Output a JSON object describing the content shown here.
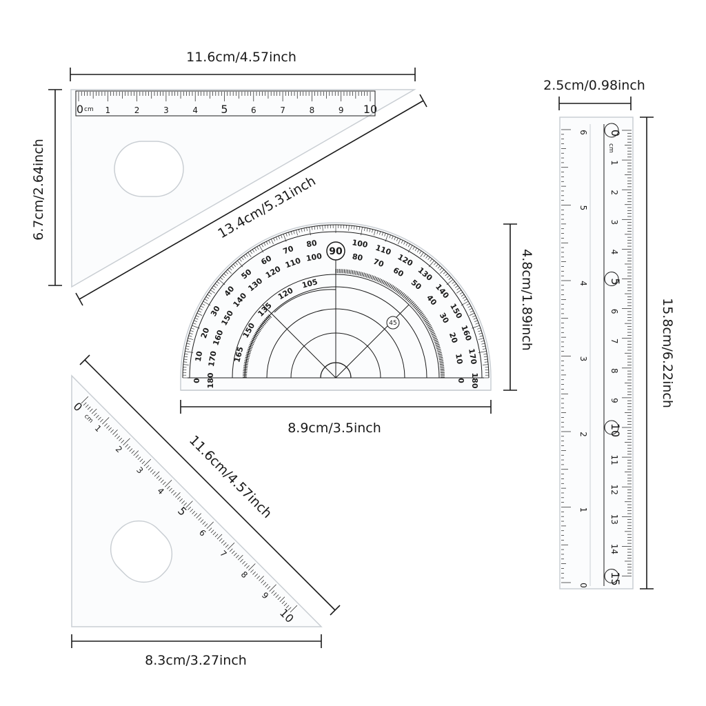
{
  "dimensions": {
    "triangle_top_width": "11.6cm/4.57inch",
    "triangle_top_height": "6.7cm/2.64inch",
    "triangle_top_hypotenuse": "13.4cm/5.31inch",
    "ruler_width": "2.5cm/0.98inch",
    "ruler_length": "15.8cm/6.22inch",
    "protractor_height": "4.8cm/1.89inch",
    "protractor_width": "8.9cm/3.5inch",
    "triangle_bottom_hypotenuse": "11.6cm/4.57inch",
    "triangle_bottom_width": "8.3cm/3.27inch"
  },
  "rulers": {
    "unit": "cm",
    "triangle_top_scale": [
      "0",
      "1",
      "2",
      "3",
      "4",
      "5",
      "6",
      "7",
      "8",
      "9",
      "10"
    ],
    "triangle_bottom_scale": [
      "0",
      "1",
      "2",
      "3",
      "4",
      "5",
      "6",
      "7",
      "8",
      "9",
      "10"
    ],
    "straight_cm_scale": [
      "0",
      "1",
      "2",
      "3",
      "4",
      "5",
      "6",
      "7",
      "8",
      "9",
      "10",
      "11",
      "12",
      "13",
      "14",
      "15"
    ],
    "straight_inch_scale": [
      "6",
      "5",
      "4",
      "3",
      "2",
      "1",
      "0"
    ]
  },
  "protractor": {
    "center_mark": "45",
    "outer_scale": [
      "0",
      "10",
      "20",
      "30",
      "40",
      "50",
      "60",
      "70",
      "80",
      "90",
      "100",
      "110",
      "120",
      "130",
      "140",
      "150",
      "160",
      "170",
      "180"
    ],
    "inner_scale": [
      "180",
      "170",
      "160",
      "150",
      "140",
      "130",
      "120",
      "110",
      "100",
      "90",
      "80",
      "70",
      "60",
      "50",
      "40",
      "30",
      "20",
      "10",
      "0"
    ],
    "small_scale": [
      "165",
      "150",
      "135",
      "120",
      "105"
    ]
  },
  "colors": {
    "line": "#1a1a1a",
    "acrylic_edge": "#c9ced3",
    "acrylic_fill": "#fbfcfd"
  }
}
